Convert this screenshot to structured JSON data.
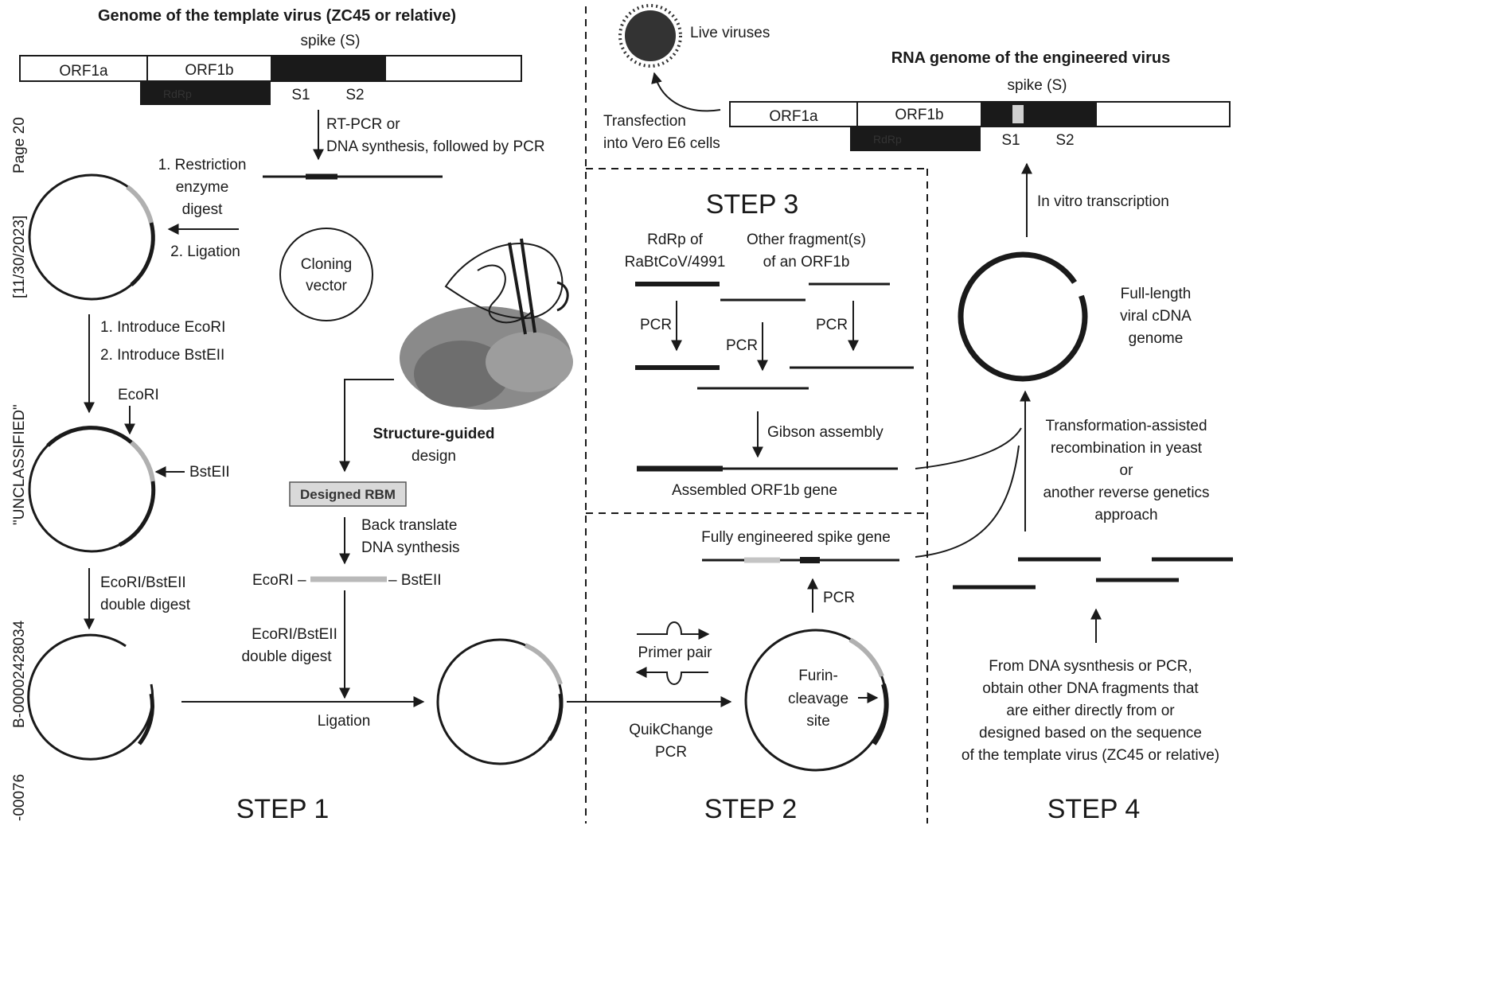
{
  "sidebar": {
    "page": "Page 20",
    "date": "[11/30/2023]",
    "classification": "\"UNCLASSIFIED\"",
    "bates": "B-00002428034",
    "bates_suffix": "-00076"
  },
  "template_genome": {
    "title": "Genome of the template virus (ZC45 or relative)",
    "spike_label": "spike (S)",
    "orf1a": "ORF1a",
    "orf1b": "ORF1b",
    "rdrp": "RdRp",
    "s1": "S1",
    "s2": "S2"
  },
  "step1": {
    "rtpcr_line1": "RT-PCR or",
    "rtpcr_line2": "DNA synthesis, followed by PCR",
    "restriction_1": "1. Restriction",
    "restriction_2": "enzyme",
    "restriction_3": "digest",
    "ligation": "2. Ligation",
    "cloning_1": "Cloning",
    "cloning_2": "vector",
    "introduce_ecori": "1. Introduce EcoRI",
    "introduce_bsteii": "2. Introduce BstEII",
    "ecori": "EcoRI",
    "bsteii": "BstEII",
    "structure_1": "Structure-guided",
    "structure_2": "design",
    "designed_rbm": "Designed RBM",
    "back_translate_1": "Back translate",
    "back_translate_2": "DNA synthesis",
    "ecori_dash": "EcoRI –",
    "bsteii_dash": "– BstEII",
    "double_digest_left_1": "EcoRI/BstEII",
    "double_digest_left_2": "double digest",
    "double_digest_mid_1": "EcoRI/BstEII",
    "double_digest_mid_2": "double digest",
    "ligation_bottom": "Ligation",
    "label": "STEP 1"
  },
  "step2": {
    "primer_pair": "Primer pair",
    "quikchange_1": "QuikChange",
    "quikchange_2": "PCR",
    "furin_1": "Furin-",
    "furin_2": "cleavage",
    "furin_3": "site",
    "pcr": "PCR",
    "spike_gene": "Fully engineered spike gene",
    "label": "STEP 2"
  },
  "step3": {
    "label": "STEP 3",
    "rdrp_1": "RdRp of",
    "rdrp_2": "RaBtCoV/4991",
    "other_1": "Other fragment(s)",
    "other_2": "of an ORF1b",
    "pcr": "PCR",
    "gibson": "Gibson assembly",
    "assembled": "Assembled ORF1b gene"
  },
  "step4": {
    "live_viruses": "Live viruses",
    "transfection_1": "Transfection",
    "transfection_2": "into Vero E6 cells",
    "engineered_title": "RNA genome of the engineered virus",
    "spike_label": "spike (S)",
    "orf1a": "ORF1a",
    "orf1b": "ORF1b",
    "rdrp": "RdRp",
    "s1": "S1",
    "s2": "S2",
    "in_vitro": "In vitro transcription",
    "full_length_1": "Full-length",
    "full_length_2": "viral cDNA",
    "full_length_3": "genome",
    "tar_1": "Transformation-assisted",
    "tar_2": "recombination in yeast",
    "tar_3": "or",
    "tar_4": "another reverse genetics",
    "tar_5": "approach",
    "from_1": "From DNA sysnthesis or PCR,",
    "from_2": "obtain other DNA fragments that",
    "from_3": "are either directly from or",
    "from_4": "designed based on the sequence",
    "from_5": "of the template virus (ZC45 or relative)",
    "label": "STEP 4"
  }
}
